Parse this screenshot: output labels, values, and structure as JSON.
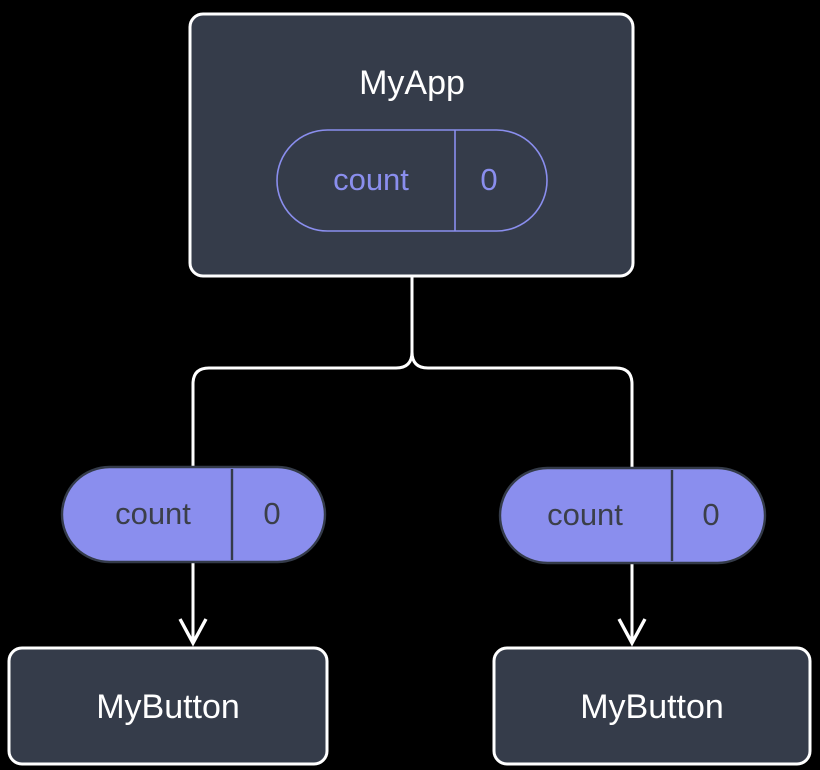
{
  "diagram": {
    "type": "component-state-tree",
    "background_color": "#000000",
    "colors": {
      "node_fill": "#353c4a",
      "node_border": "#ffffff",
      "node_label": "#ffffff",
      "state_accent": "#8a8eee",
      "state_filled_text": "#3b3f49",
      "edge": "#ffffff"
    },
    "nodes": [
      {
        "id": "myapp",
        "label": "MyApp",
        "style": "outlined-state",
        "state": {
          "key": "count",
          "value": "0"
        }
      },
      {
        "id": "state-left",
        "label": "",
        "style": "filled-state",
        "state": {
          "key": "count",
          "value": "0"
        }
      },
      {
        "id": "state-right",
        "label": "",
        "style": "filled-state",
        "state": {
          "key": "count",
          "value": "0"
        }
      },
      {
        "id": "mybutton-left",
        "label": "MyButton",
        "style": "box"
      },
      {
        "id": "mybutton-right",
        "label": "MyButton",
        "style": "box"
      }
    ],
    "edges": [
      {
        "from": "myapp",
        "to": "state-left",
        "arrow": false
      },
      {
        "from": "myapp",
        "to": "state-right",
        "arrow": false
      },
      {
        "from": "state-left",
        "to": "mybutton-left",
        "arrow": true
      },
      {
        "from": "state-right",
        "to": "mybutton-right",
        "arrow": true
      }
    ]
  }
}
